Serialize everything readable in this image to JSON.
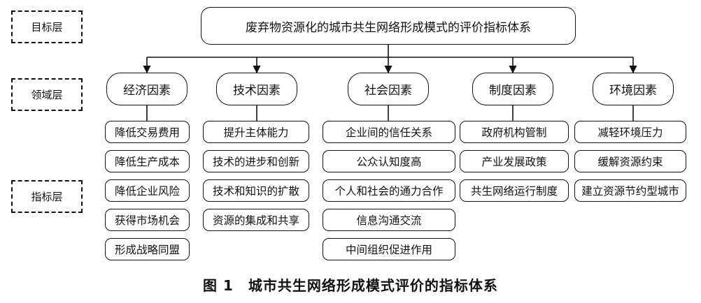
{
  "levels": {
    "target": "目标层",
    "domain": "领域层",
    "indicator": "指标层"
  },
  "goal": "废弃物资源化的城市共生网络形成模式的评价指标体系",
  "domains": [
    {
      "name": "经济因素",
      "indicators": [
        "降低交易费用",
        "降低生产成本",
        "降低企业风险",
        "获得市场机会",
        "形成战略同盟"
      ]
    },
    {
      "name": "技术因素",
      "indicators": [
        "提升主体能力",
        "技术的进步和创新",
        "技术和知识的扩散",
        "资源的集成和共享"
      ]
    },
    {
      "name": "社会因素",
      "indicators": [
        "企业间的信任关系",
        "公众认知度高",
        "个人和社会的通力合作",
        "信息沟通交流",
        "中间组织促进作用"
      ]
    },
    {
      "name": "制度因素",
      "indicators": [
        "政府机构管制",
        "产业发展政策",
        "共生网络运行制度"
      ]
    },
    {
      "name": "环境因素",
      "indicators": [
        "减轻环境压力",
        "缓解资源约束",
        "建立资源节约型城市"
      ]
    }
  ],
  "caption": "图 1　城市共生网络形成模式评价的指标体系"
}
